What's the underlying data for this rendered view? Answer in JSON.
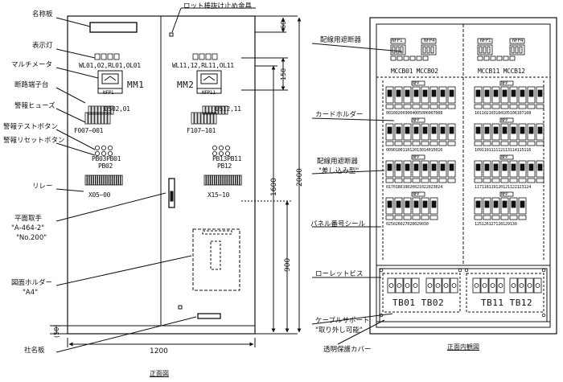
{
  "callouts": {
    "nameplate": "名称板",
    "indicator_lamp": "表示灯",
    "multimeter": "マルチメータ",
    "terminal_block": "断路端子台",
    "alarm_fuse": "警報ヒューズ",
    "alarm_test_button": "警報テストボタン",
    "alarm_reset_button": "警報リセットボタン",
    "relay": "リレー",
    "flat_handle": "平面取手",
    "flat_handle_model": "\"A-464-2\"",
    "flat_handle_no": "\"No.200\"",
    "drawing_holder": "図面ホルダー",
    "drawing_holder_size": "\"A4\"",
    "company_plate": "社名板",
    "rod_stopper": "ロット棒抜け止め金具",
    "breaker_for_wiring": "配線用遮断器",
    "card_holder": "カードホルダー",
    "breaker_plugin": "配線用遮断器",
    "breaker_plugin_type": "\"差し込み型\"",
    "panel_number_seal": "パネル番号シール",
    "knurled_screw": "ローレットビス",
    "cable_support": "ケーブルサポート",
    "cable_support_note": "\"取り外し可能\"",
    "transparent_cover": "透明保護カバー"
  },
  "front_tags": {
    "lamps_left": "WL01,02,RL01,OL01",
    "lamps_right": "WL11,12,RL11,OL11",
    "mm1": "MM1",
    "mm2": "MM2",
    "nfp_left": "NFP1",
    "nfp_right": "NFP11",
    "ds_left": "DS02,01",
    "ds_right": "DS12,11",
    "fuse_left": "F007~001",
    "fuse_right": "F107~101",
    "pb_left_1": "PB03PB01",
    "pb_left_2": "PB02",
    "pb_right_1": "PB13PB11",
    "pb_right_2": "PB12",
    "relay_left": "X05~00",
    "relay_right": "X15~10"
  },
  "inner_tags": {
    "mccb_left": "MCCB01 MCCB02",
    "mccb_right": "MCCB11 MCCB12",
    "nfp_left_a": "NFP1",
    "nfp_left_b": "NFP4",
    "nfp_right_a": "NFP1",
    "nfp_right_b": "NFP4",
    "nfp_row": "NFP",
    "row_labels_left": [
      "001002003004005006007008",
      "009010011012013014015016",
      "017018019020021022023024",
      "025026027028029030"
    ],
    "row_labels_right": [
      "101102103104105106107108",
      "109110111112113114115116",
      "117118119120121122123124",
      "125126127128129130"
    ],
    "tb_left": "TB01 TB02",
    "tb_right": "TB11 TB12"
  },
  "dimensions": {
    "width": "1200",
    "height_total": "2000",
    "height_1600": "1600",
    "height_900": "900",
    "top_60": "60",
    "d_150": "150",
    "base_50": "(50)"
  },
  "captions": {
    "front_view": "正面図",
    "inner_front_view": "正面内観図"
  }
}
